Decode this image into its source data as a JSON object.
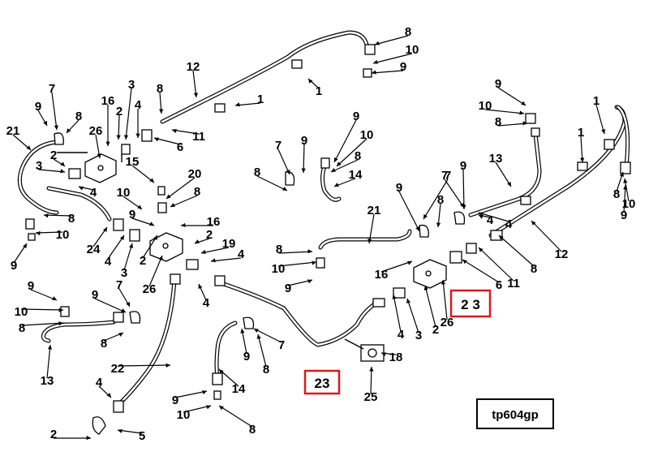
{
  "diagram": {
    "identifier": "tp604gp",
    "highlighted": [
      "23",
      "2 3"
    ],
    "callouts": [
      {
        "label": "8"
      },
      {
        "label": "10"
      },
      {
        "label": "9"
      },
      {
        "label": "12"
      },
      {
        "label": "1"
      },
      {
        "label": "1"
      },
      {
        "label": "8"
      },
      {
        "label": "11"
      },
      {
        "label": "6"
      },
      {
        "label": "16"
      },
      {
        "label": "3"
      },
      {
        "label": "2"
      },
      {
        "label": "4"
      },
      {
        "label": "26"
      },
      {
        "label": "7"
      },
      {
        "label": "9"
      },
      {
        "label": "8"
      },
      {
        "label": "21"
      },
      {
        "label": "2"
      },
      {
        "label": "3"
      },
      {
        "label": "4"
      },
      {
        "label": "15"
      },
      {
        "label": "20"
      },
      {
        "label": "10"
      },
      {
        "label": "8"
      },
      {
        "label": "9"
      },
      {
        "label": "8"
      },
      {
        "label": "10"
      },
      {
        "label": "9"
      },
      {
        "label": "16"
      },
      {
        "label": "24"
      },
      {
        "label": "4"
      },
      {
        "label": "3"
      },
      {
        "label": "2"
      },
      {
        "label": "26"
      },
      {
        "label": "2"
      },
      {
        "label": "19"
      },
      {
        "label": "4"
      },
      {
        "label": "4"
      },
      {
        "label": "9"
      },
      {
        "label": "10"
      },
      {
        "label": "8"
      },
      {
        "label": "14"
      },
      {
        "label": "7"
      },
      {
        "label": "9"
      },
      {
        "label": "8"
      },
      {
        "label": "9"
      },
      {
        "label": "10"
      },
      {
        "label": "8"
      },
      {
        "label": "13"
      },
      {
        "label": "1"
      },
      {
        "label": "1"
      },
      {
        "label": "8"
      },
      {
        "label": "10"
      },
      {
        "label": "9"
      },
      {
        "label": "12"
      },
      {
        "label": "8"
      },
      {
        "label": "11"
      },
      {
        "label": "6"
      },
      {
        "label": "4"
      },
      {
        "label": "9"
      },
      {
        "label": "7"
      },
      {
        "label": "8"
      },
      {
        "label": "9"
      },
      {
        "label": "21"
      },
      {
        "label": "8"
      },
      {
        "label": "10"
      },
      {
        "label": "9"
      },
      {
        "label": "16"
      },
      {
        "label": "4"
      },
      {
        "label": "3"
      },
      {
        "label": "2"
      },
      {
        "label": "26"
      },
      {
        "label": "18"
      },
      {
        "label": "25"
      },
      {
        "label": "9"
      },
      {
        "label": "10"
      },
      {
        "label": "8"
      },
      {
        "label": "13"
      },
      {
        "label": "9"
      },
      {
        "label": "7"
      },
      {
        "label": "8"
      },
      {
        "label": "22"
      },
      {
        "label": "4"
      },
      {
        "label": "2"
      },
      {
        "label": "5"
      },
      {
        "label": "14"
      },
      {
        "label": "9"
      },
      {
        "label": "8"
      },
      {
        "label": "7"
      },
      {
        "label": "9"
      },
      {
        "label": "10"
      },
      {
        "label": "8"
      },
      {
        "label": "7"
      },
      {
        "label": "4"
      }
    ]
  }
}
